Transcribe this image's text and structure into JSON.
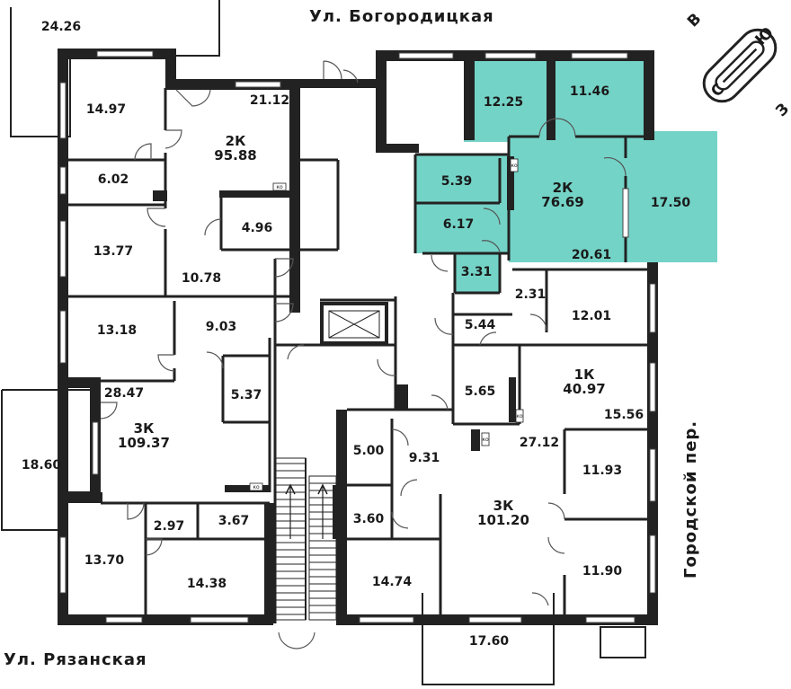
{
  "streets": {
    "top": "Ул. Богородицкая",
    "bottom": "Ул. Рязанская",
    "right": "Городской пер."
  },
  "compass": {
    "north": "С",
    "south": "Ю",
    "west": "З",
    "east": "В"
  },
  "highlight_color": "#74d3c7",
  "utility_tag": "ко",
  "units": [
    {
      "id": "2k-95",
      "type": "2К",
      "area": "95.88"
    },
    {
      "id": "2k-76",
      "type": "2К",
      "area": "76.69",
      "highlighted": true
    },
    {
      "id": "1k-40",
      "type": "1К",
      "area": "40.97"
    },
    {
      "id": "3k-109",
      "type": "3К",
      "area": "109.37"
    },
    {
      "id": "3k-101",
      "type": "3К",
      "area": "101.20"
    }
  ],
  "rooms": [
    "24.26",
    "14.97",
    "21.12",
    "6.02",
    "4.96",
    "13.77",
    "10.78",
    "12.25",
    "11.46",
    "5.39",
    "17.50",
    "6.17",
    "20.61",
    "3.31",
    "2.31",
    "12.01",
    "5.44",
    "13.18",
    "9.03",
    "5.65",
    "15.56",
    "28.47",
    "5.37",
    "18.60",
    "5.00",
    "9.31",
    "27.12",
    "11.93",
    "2.97",
    "3.67",
    "3.60",
    "11.90",
    "13.70",
    "14.38",
    "14.74",
    "17.60"
  ]
}
